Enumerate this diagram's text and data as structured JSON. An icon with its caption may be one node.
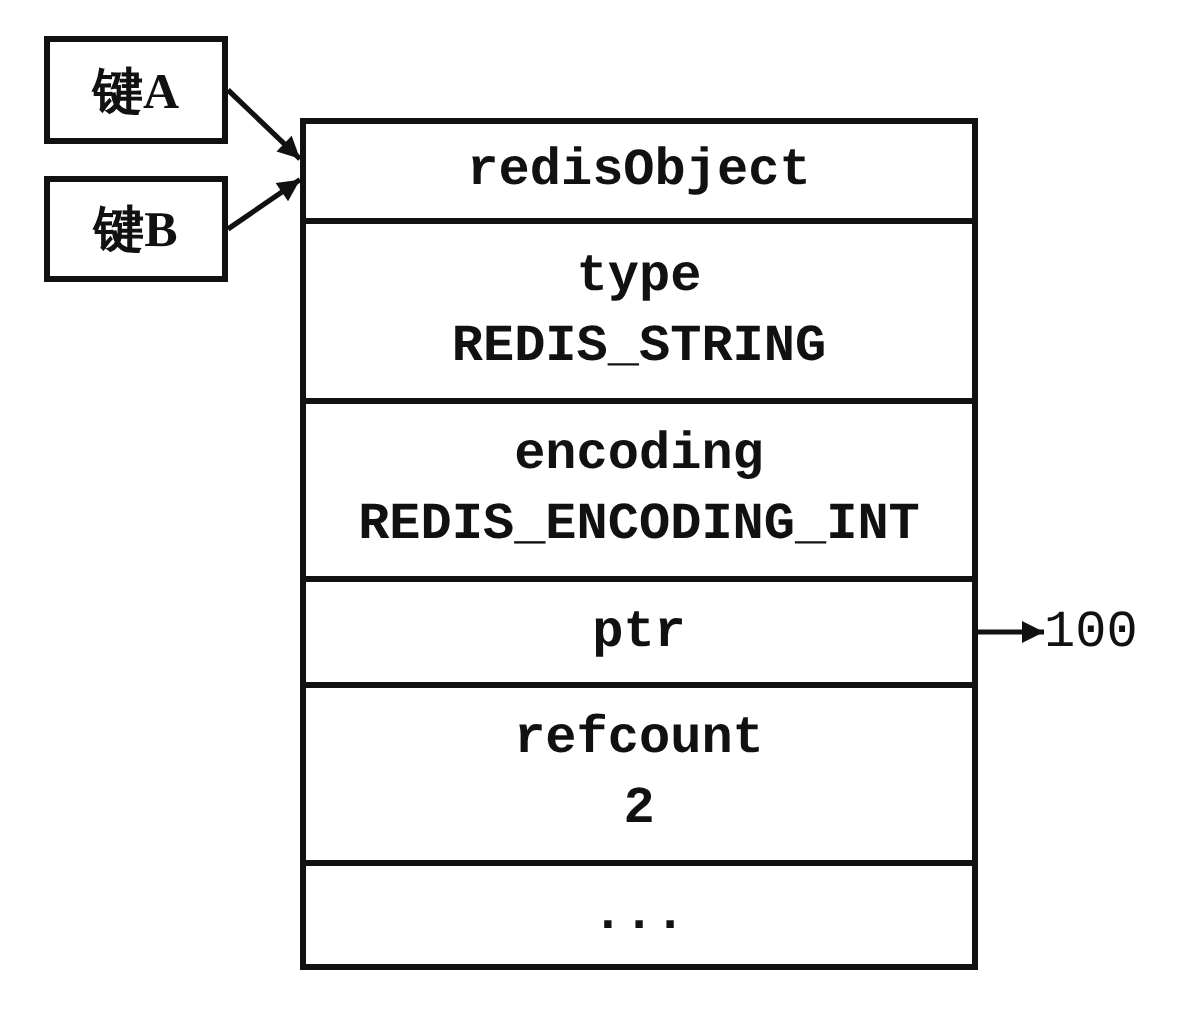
{
  "diagram": {
    "nodes": [
      {
        "text": [
          "键A"
        ]
      },
      {
        "text": [
          "键B"
        ]
      },
      {
        "text": [
          "redisObject"
        ]
      },
      {
        "text": [
          "type",
          "REDIS_STRING"
        ]
      },
      {
        "text": [
          "encoding",
          "REDIS_ENCODING_INT"
        ]
      },
      {
        "text": [
          "ptr"
        ]
      },
      {
        "text": [
          "refcount",
          "2"
        ]
      },
      {
        "text": [
          "..."
        ]
      },
      {
        "text": [
          "100"
        ]
      }
    ],
    "edges": [
      {
        "from": 0,
        "to": 2,
        "arrow": "to"
      },
      {
        "from": 1,
        "to": 2,
        "arrow": "to"
      },
      {
        "from": 5,
        "to": 8,
        "arrow": "to"
      }
    ]
  }
}
